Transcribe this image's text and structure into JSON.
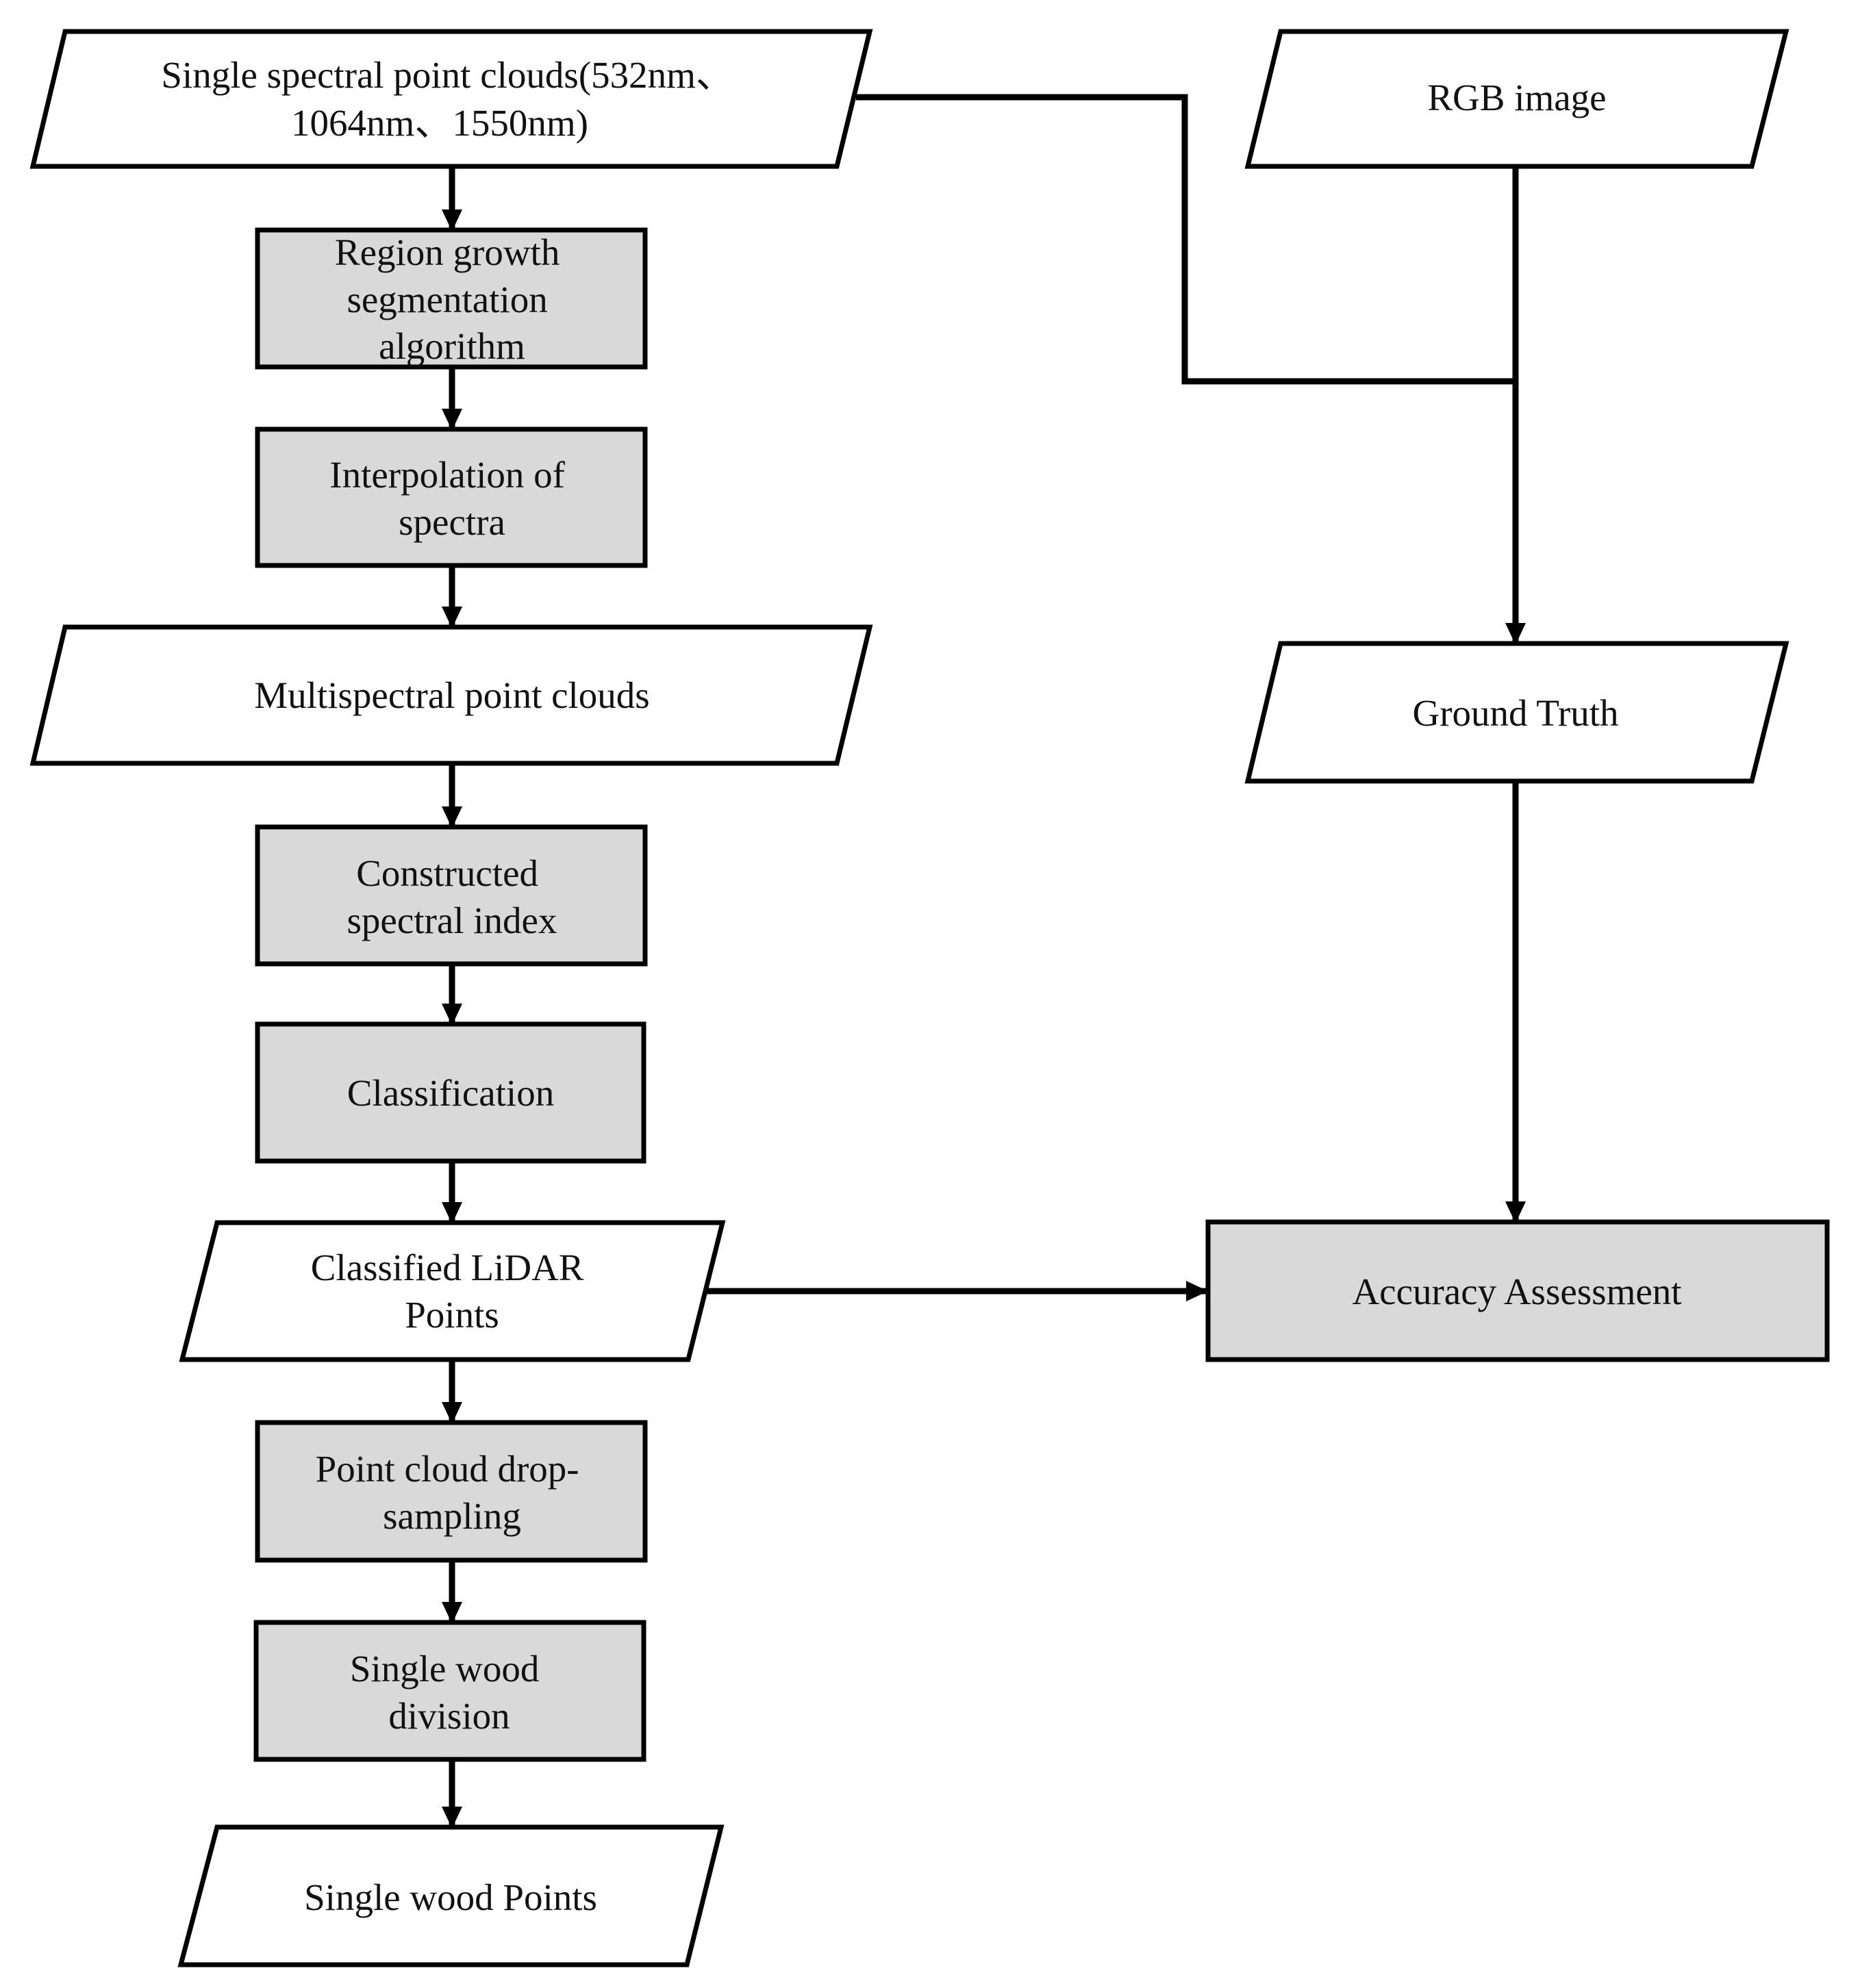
{
  "colors": {
    "process_fill": "#d9d9d9",
    "io_fill": "#ffffff",
    "stroke": "#000000",
    "text": "#111111"
  },
  "nodes": {
    "single_spectral": {
      "shape": "parallelogram",
      "lines": [
        "Single spectral point clouds(532nm、",
        "1064nm、1550nm)"
      ]
    },
    "region_growth": {
      "shape": "rectangle",
      "lines": [
        "Region growth",
        "segmentation",
        "algorithm"
      ]
    },
    "interpolation": {
      "shape": "rectangle",
      "lines": [
        "Interpolation of",
        "spectra"
      ]
    },
    "multispectral": {
      "shape": "parallelogram",
      "lines": [
        "Multispectral point clouds"
      ]
    },
    "spectral_index": {
      "shape": "rectangle",
      "lines": [
        "Constructed",
        "spectral index"
      ]
    },
    "classification": {
      "shape": "rectangle",
      "lines": [
        "Classification"
      ]
    },
    "classified_lidar": {
      "shape": "parallelogram",
      "lines": [
        "Classified LiDAR",
        "Points"
      ]
    },
    "drop_sampling": {
      "shape": "rectangle",
      "lines": [
        "Point cloud drop-",
        "sampling"
      ]
    },
    "single_wood_division": {
      "shape": "rectangle",
      "lines": [
        "Single wood",
        "division"
      ]
    },
    "single_wood_points": {
      "shape": "parallelogram",
      "lines": [
        "Single wood Points"
      ]
    },
    "rgb_image": {
      "shape": "parallelogram",
      "lines": [
        "RGB image"
      ]
    },
    "ground_truth": {
      "shape": "parallelogram",
      "lines": [
        "Ground Truth"
      ]
    },
    "accuracy": {
      "shape": "rectangle",
      "lines": [
        "Accuracy Assessment"
      ]
    }
  },
  "edges": [
    {
      "from": "single_spectral",
      "to": "region_growth"
    },
    {
      "from": "region_growth",
      "to": "interpolation"
    },
    {
      "from": "interpolation",
      "to": "multispectral"
    },
    {
      "from": "multispectral",
      "to": "spectral_index"
    },
    {
      "from": "spectral_index",
      "to": "classification"
    },
    {
      "from": "classification",
      "to": "classified_lidar"
    },
    {
      "from": "classified_lidar",
      "to": "drop_sampling"
    },
    {
      "from": "drop_sampling",
      "to": "single_wood_division"
    },
    {
      "from": "single_wood_division",
      "to": "single_wood_points"
    },
    {
      "from": "single_spectral",
      "to": "ground_truth",
      "joins": "rgb_image"
    },
    {
      "from": "rgb_image",
      "to": "ground_truth"
    },
    {
      "from": "ground_truth",
      "to": "accuracy"
    },
    {
      "from": "classified_lidar",
      "to": "accuracy"
    }
  ]
}
